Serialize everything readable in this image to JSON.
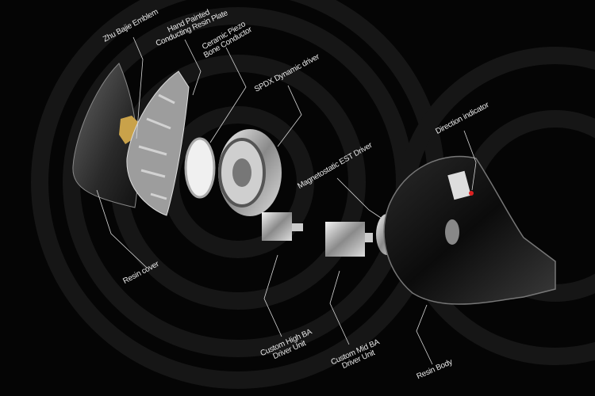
{
  "title": "Exploded view of in-ear monitor components",
  "labels": {
    "zhu_bajie": [
      "Zhu Bajie Emblem"
    ],
    "resin_plate": [
      "Hand Painted",
      "Conducting Resin Plate"
    ],
    "piezo": [
      "Ceramic Piezo",
      "Bone Conductor"
    ],
    "spdx": [
      "SPDX Dynamic driver"
    ],
    "direction": [
      "Direction indicator"
    ],
    "est": [
      "Magnetostatic EST Driver"
    ],
    "resin_cover": [
      "Resin cover"
    ],
    "high_ba": [
      "Custom High BA",
      "Driver Unit"
    ],
    "mid_ba": [
      "Custom Mid BA",
      "Driver Unit"
    ],
    "resin_body": [
      "Resin Body"
    ]
  }
}
